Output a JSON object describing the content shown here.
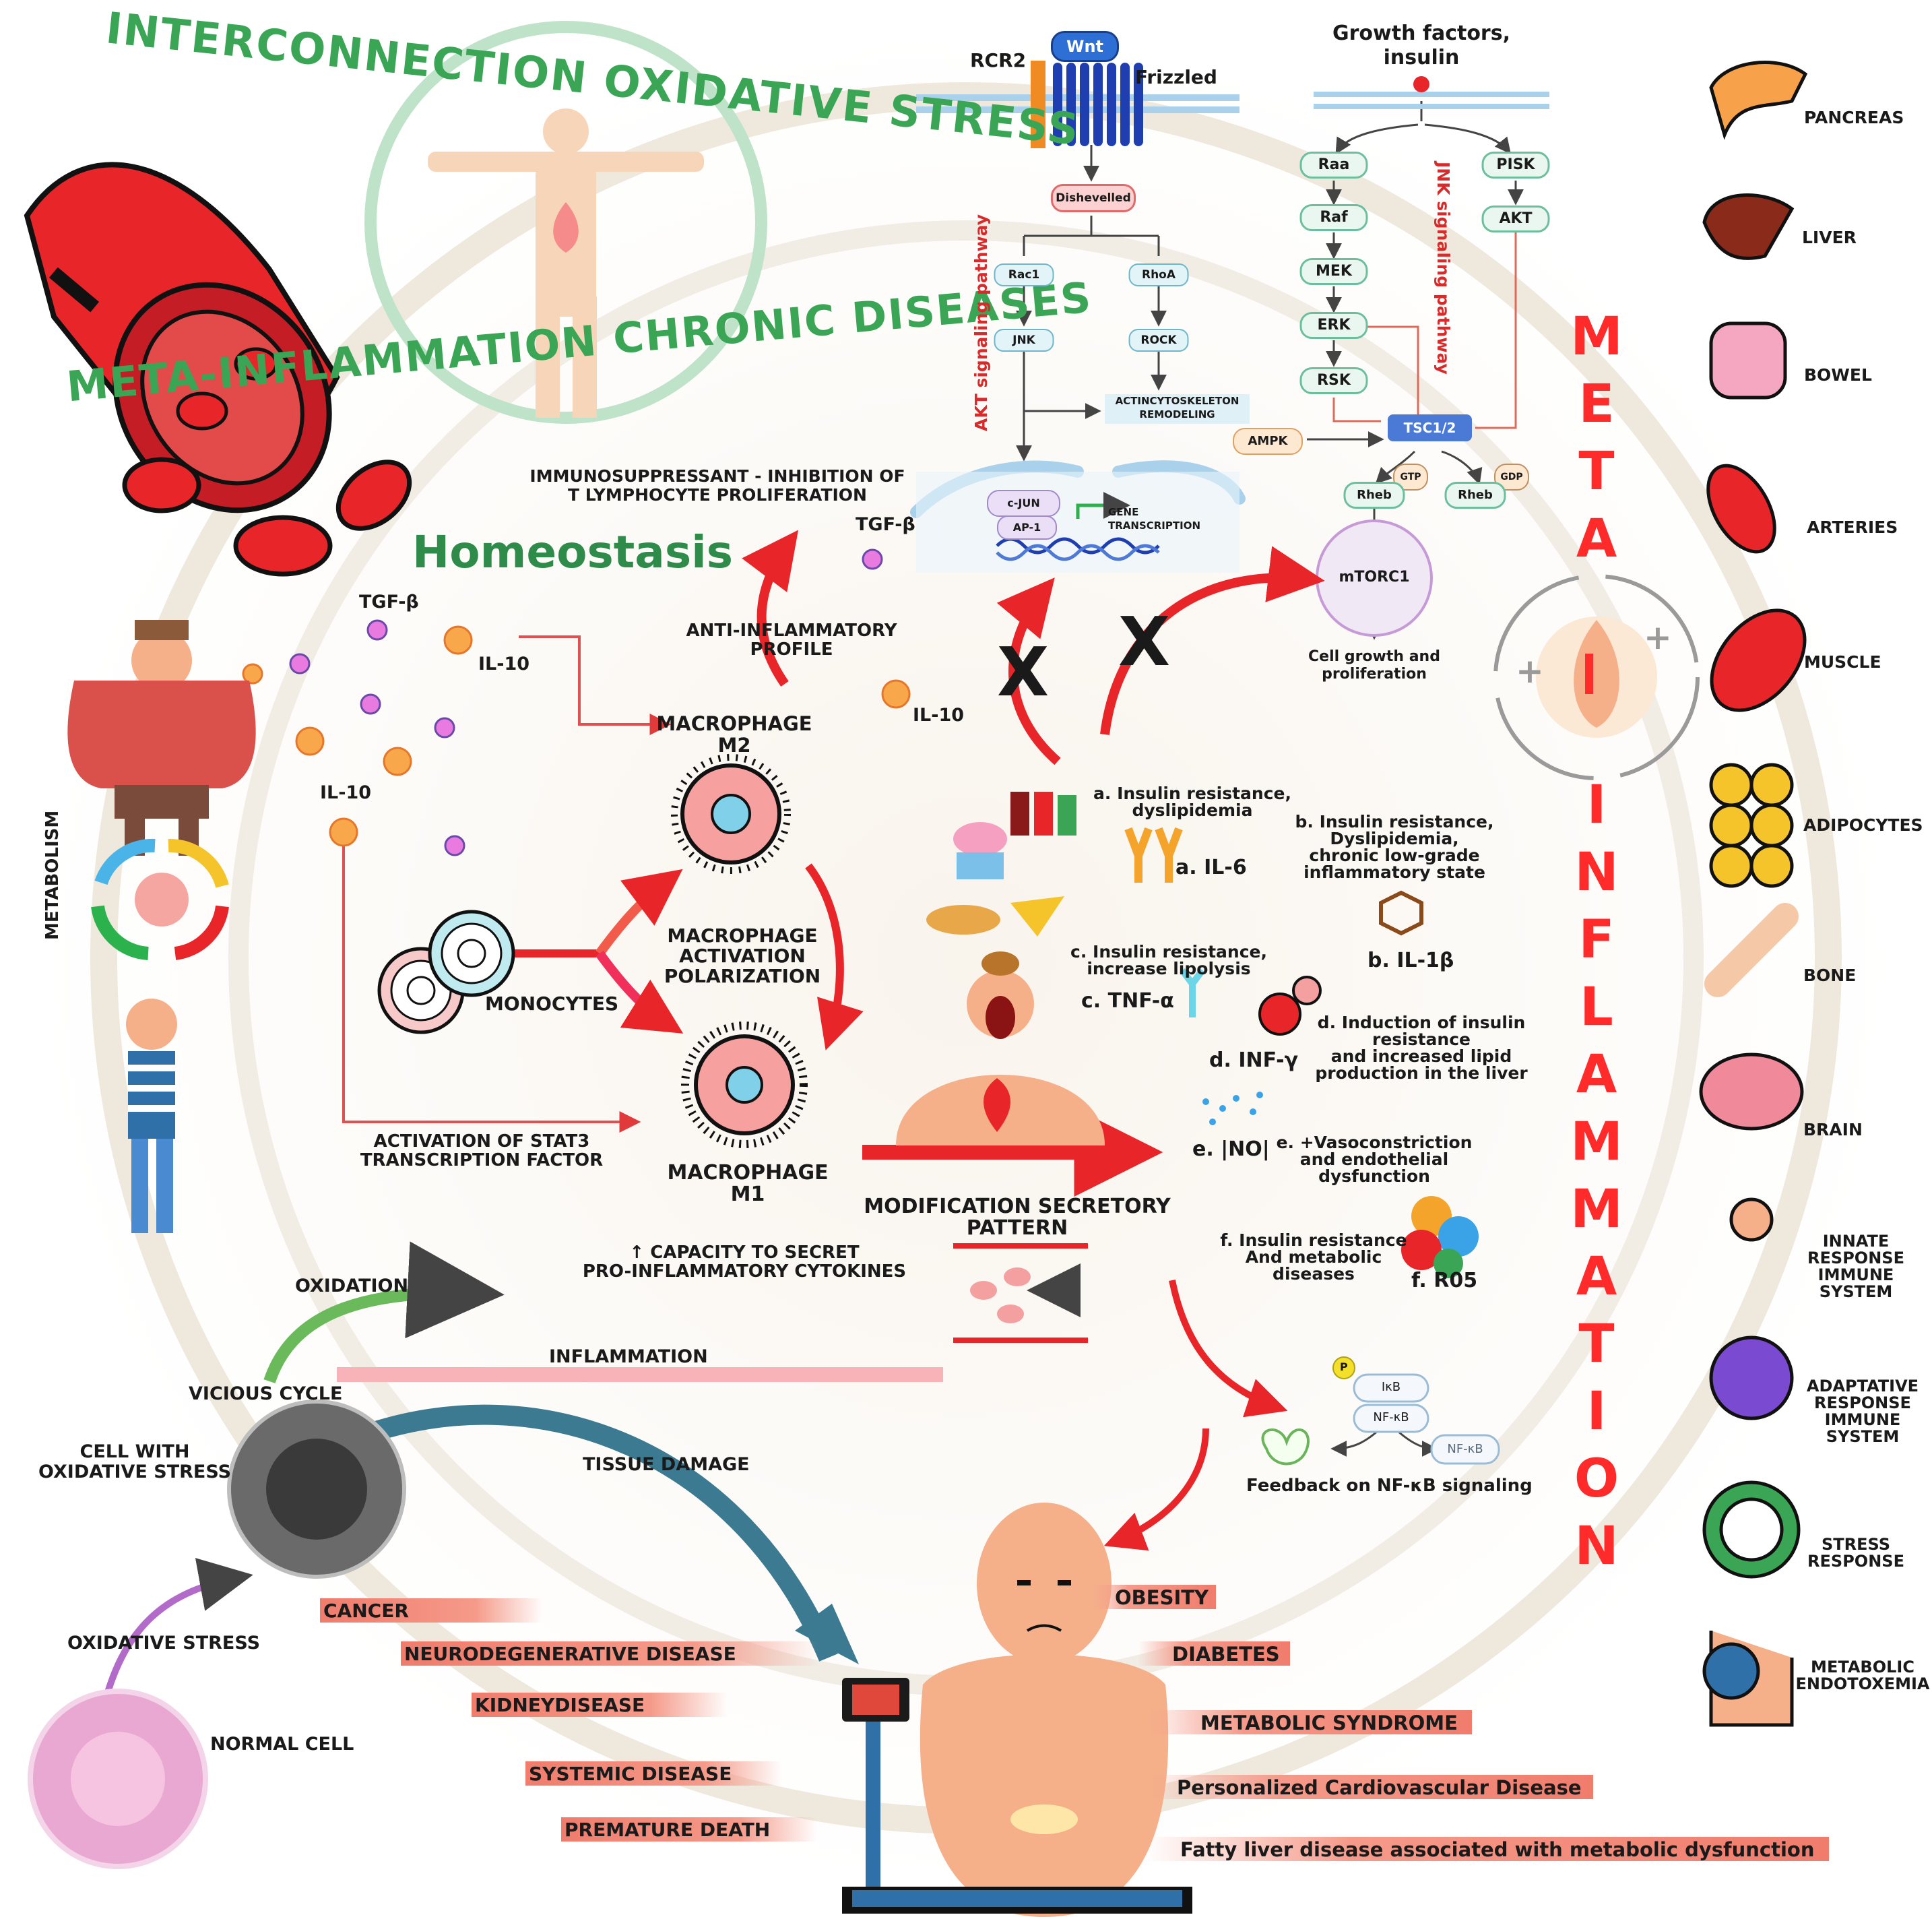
{
  "header": {
    "title_top": "INTERCONNECTION OXIDATIVE STRESS",
    "title_bottom": "META-INFLAMMATION CHRONIC DISEASES",
    "homeostasis": "Homeostasis"
  },
  "metaflammation": {
    "word1": "META",
    "word2": "INFLAMMATION"
  },
  "wnt_pathway": {
    "rcr2": "RCR2",
    "wnt": "Wnt",
    "frizzled": "Frizzled",
    "dishevelled": "Dishevelled",
    "rac1": "Rac1",
    "rhoa": "RhoA",
    "jnk": "JNK",
    "rock": "ROCK",
    "actin": "ACTINCYTOSKELETON",
    "actin2": "REMODELING",
    "cjun": "c-JUN",
    "ap1": "AP-1",
    "gene": "GENE",
    "gene2": "TRANSCRIPTION",
    "akt_label": "AKT signaling pathway"
  },
  "mtor_pathway": {
    "growth": "Growth factors,",
    "growth2": "insulin",
    "raa": "Raa",
    "raf": "Raf",
    "mek": "MEK",
    "erk": "ERK",
    "rsk": "RSK",
    "pisk": "PISK",
    "akt": "AKT",
    "ampk": "AMPK",
    "tsc": "TSC1/2",
    "gtp": "GTP",
    "gdp": "GDP",
    "rheb": "Rheb",
    "mtorc": "mTORC1",
    "cell_growth": "Cell growth and",
    "cell_growth2": "proliferation",
    "jnk_label": "JNK signaling pathway"
  },
  "left_panel": {
    "immunosuppressant": "IMMUNOSUPPRESSANT - INHIBITION OF",
    "immunosuppressant2": "T LYMPHOCYTE PROLIFERATION",
    "tgf": "TGF-β",
    "il10": "IL-10",
    "macrophage_m2": "MACROPHAGE",
    "m2": "M2",
    "anti_inflammatory": "ANTI-INFLAMMATORY",
    "profile": "PROFILE",
    "macrophage_activation": "MACROPHAGE",
    "activation": "ACTIVATION",
    "polarization": "POLARIZATION",
    "monocytes": "MONOCYTES",
    "macrophage_m1": "MACROPHAGE",
    "m1": "M1",
    "stat3": "ACTIVATION OF STAT3",
    "stat3_2": "TRANSCRIPTION FACTOR",
    "metabolism": "METABOLISM",
    "x_mark": "X"
  },
  "cytokines": {
    "a_title": "a. Insulin resistance,",
    "a_title2": "dyslipidemia",
    "a_il6": "a. IL-6",
    "b_title": "b. Insulin resistance,",
    "b_title2": "Dyslipidemia,",
    "b_title3": "chronic low-grade",
    "b_title4": "inflammatory state",
    "b_il1b": "b. IL-1β",
    "c_title": "c. Insulin resistance,",
    "c_title2": "increase lipolysis",
    "c_tnf": "c. TNF-α",
    "d_title": "d. Induction of insulin",
    "d_title2": "resistance",
    "d_title3": "and increased lipid",
    "d_title4": "production in the liver",
    "d_inf": "d. INF-γ",
    "e_no": "e. |NO|",
    "e_title": "e. +Vasoconstriction",
    "e_title2": "and endothelial",
    "e_title3": "dysfunction",
    "f_title": "f. Insulin resistance",
    "f_title2": "And metabolic",
    "f_title3": "diseases",
    "f_ros": "f. R05"
  },
  "middle": {
    "modification": "MODIFICATION SECRETORY",
    "pattern": "PATTERN",
    "capacity": "↑ CAPACITY TO SECRET",
    "capacity2": "PRO-INFLAMMATORY CYTOKINES",
    "oxidation": "OXIDATION",
    "vicious": "VICIOUS CYCLE",
    "inflammation": "INFLAMMATION",
    "tissue": "TISSUE DAMAGE",
    "cell_ox": "CELL WITH",
    "cell_ox2": "OXIDATIVE STRESS",
    "ox_stress": "OXIDATIVE STRESS",
    "normal": "NORMAL CELL",
    "ikb": "IκB",
    "p": "P",
    "nfkb": "NF-κB",
    "feedback": "Feedback on NF-κB signaling"
  },
  "diseases_left": [
    "CANCER",
    "NEURODEGENERATIVE DISEASE",
    "KIDNEYDISEASE",
    "SYSTEMIC DISEASE",
    "PREMATURE DEATH"
  ],
  "diseases_right": [
    "OBESITY",
    "DIABETES",
    "METABOLIC SYNDROME",
    "Personalized Cardiovascular Disease",
    "Fatty liver disease associated with metabolic dysfunction"
  ],
  "organs": [
    "PANCREAS",
    "LIVER",
    "BOWEL",
    "ARTERIES",
    "MUSCLE",
    "ADIPOCYTES",
    "BONE",
    "BRAIN",
    "INNATE",
    "RESPONSE",
    "IMMUNE",
    "SYSTEM",
    "ADAPTATIVE",
    "RESPONSE",
    "IMMUNE",
    "SYSTEM",
    "STRESS",
    "RESPONSE",
    "METABOLIC",
    "ENDOTOXEMIA"
  ],
  "colors": {
    "green": "#3aa655",
    "red": "#ff2a2a",
    "coral": "#f07c6c",
    "teal": "#4f8aa0"
  }
}
